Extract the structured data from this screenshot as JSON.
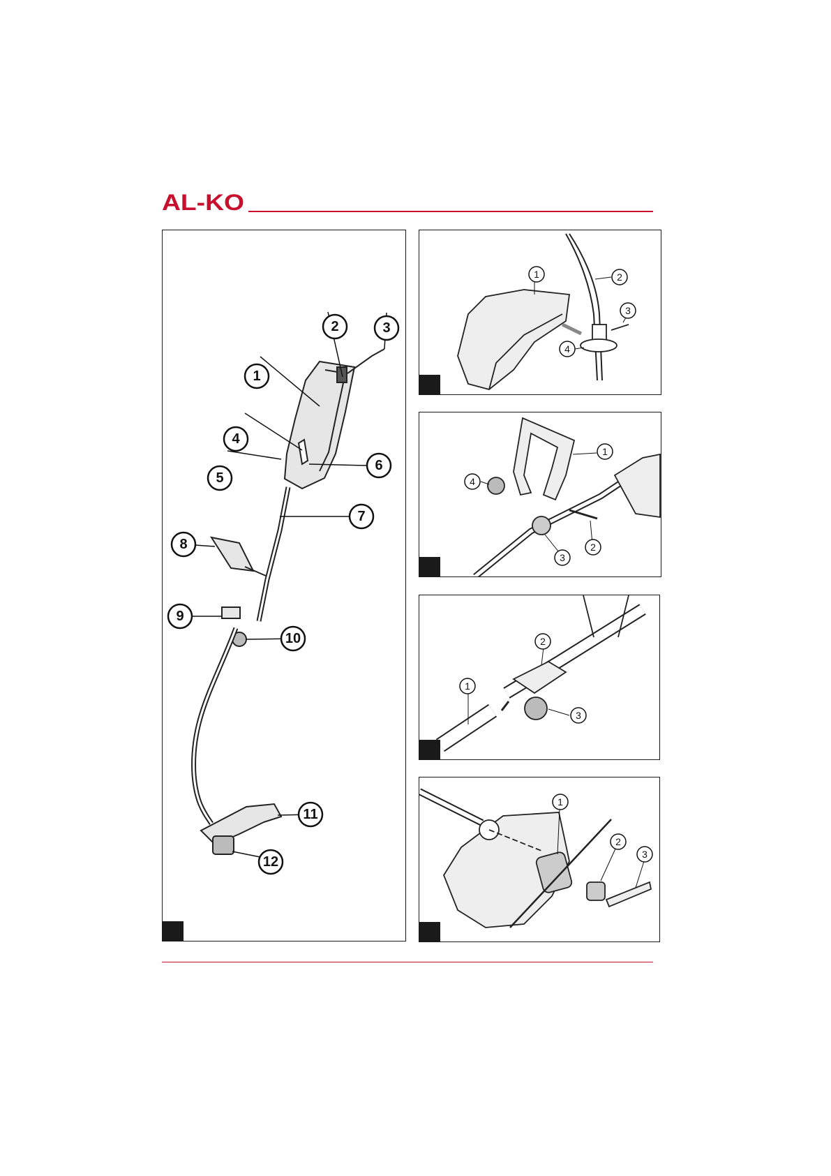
{
  "brand": {
    "logo_text": "AL-KO",
    "accent_color": "#c8102e"
  },
  "main_figure": {
    "callouts": [
      "1",
      "2",
      "3",
      "4",
      "5",
      "6",
      "7",
      "8",
      "9",
      "10",
      "11",
      "12"
    ]
  },
  "fig_guard": {
    "callouts": [
      "1",
      "2",
      "3",
      "4"
    ]
  },
  "fig_handle": {
    "callouts": [
      "1",
      "2",
      "3",
      "4"
    ]
  },
  "fig_shaft": {
    "callouts": [
      "1",
      "2",
      "3"
    ]
  },
  "fig_spool": {
    "callouts": [
      "1",
      "2",
      "3"
    ]
  }
}
